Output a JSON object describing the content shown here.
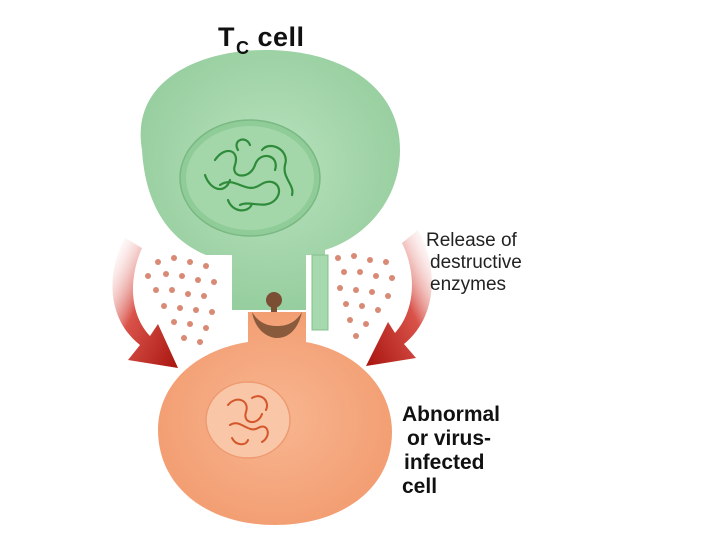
{
  "title": {
    "main": "T",
    "sub": "C",
    "rest": "cell"
  },
  "release_label": [
    "Release of",
    "destructive",
    "enzymes"
  ],
  "target_label": [
    "Abnormal",
    "or virus-",
    "infected",
    "cell"
  ],
  "colors": {
    "tc_cell": "#9fd4a6",
    "tc_nucleus": "#8cc994",
    "target_cell": "#f6a57c",
    "target_nucleus": "#f9c6a6",
    "arrow": "#b81b14",
    "enzyme_dot": "#d4806a",
    "receptor": "#8a5a3c"
  },
  "icons": [
    "tc-cell-shape",
    "target-cell-shape",
    "curved-arrow-left",
    "curved-arrow-right",
    "enzyme-dots",
    "chromatin"
  ]
}
